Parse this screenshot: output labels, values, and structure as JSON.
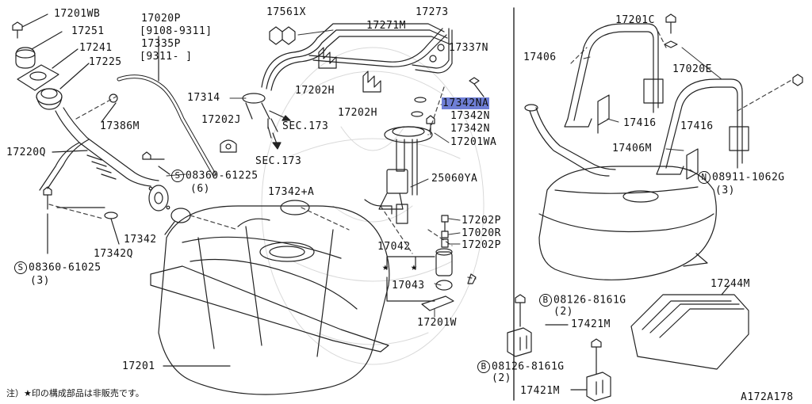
{
  "diagram": {
    "code": "A172A178",
    "note": "注）★印の構成部品は非販売です。",
    "labels": [
      "17201WB",
      "17251",
      "17241",
      "17225",
      "17020P",
      "[9108-9311]",
      "17335P",
      "[9311-    ]",
      "17386M",
      "17220Q",
      "08360-61225",
      "(6)",
      "08360-61025",
      "(3)",
      "17342",
      "17342Q",
      "17314",
      "17202J",
      "17561X",
      "17202H",
      "17202H",
      "17271M",
      "17273",
      "17337N",
      "SEC.173",
      "SEC.173",
      "17342NA",
      "17342N",
      "17342N",
      "17201WA",
      "25060YA",
      "17342+A",
      "17202P",
      "17020R",
      "17202P",
      "17042",
      "17043",
      "17201W",
      "17201",
      "17201C",
      "17406",
      "17020E",
      "17416",
      "17416",
      "17406M",
      "08911-1062G",
      "(3)",
      "08126-8161G",
      "(2)",
      "17421M",
      "08126-8161G",
      "(2)",
      "17421M",
      "17244M"
    ],
    "highlighted": "17342NA",
    "circle_letters": {
      "screw": "S",
      "bolt": "B",
      "nut": "N"
    },
    "star": "★"
  }
}
